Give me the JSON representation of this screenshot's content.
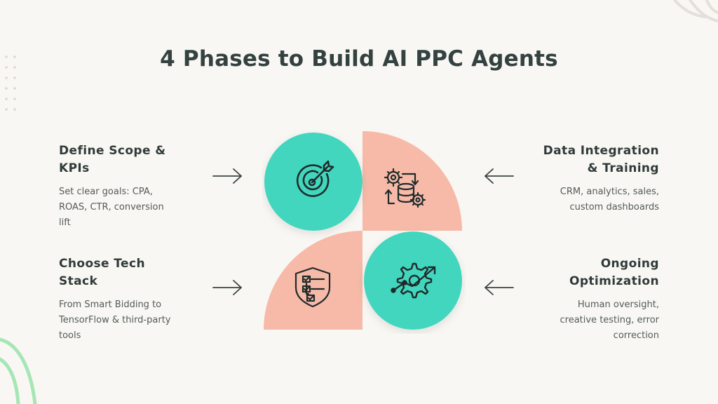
{
  "title": "4 Phases to Build AI PPC Agents",
  "phases": [
    {
      "title_line1": "Define Scope &",
      "title_line2": "KPIs",
      "desc_line1": "Set clear goals: CPA,",
      "desc_line2": "ROAS, CTR, conversion",
      "desc_line3": "lift",
      "icon": "target-icon"
    },
    {
      "title_line1": "Data Integration",
      "title_line2": "& Training",
      "desc_line1": "CRM, analytics, sales,",
      "desc_line2": "custom dashboards",
      "icon": "gears-database-icon"
    },
    {
      "title_line1": "Choose Tech",
      "title_line2": "Stack",
      "desc_line1": "From Smart Bidding to",
      "desc_line2": "TensorFlow & third-party",
      "desc_line3": "tools",
      "icon": "shield-checklist-icon"
    },
    {
      "title_line1": "Ongoing",
      "title_line2": "Optimization",
      "desc_line1": "Human oversight,",
      "desc_line2": "creative testing, error",
      "desc_line3": "correction",
      "icon": "gear-growth-icon"
    }
  ],
  "colors": {
    "teal": "#42d6bf",
    "salmon": "#f7baa9",
    "title": "#334240",
    "background": "#f9f7f3"
  }
}
